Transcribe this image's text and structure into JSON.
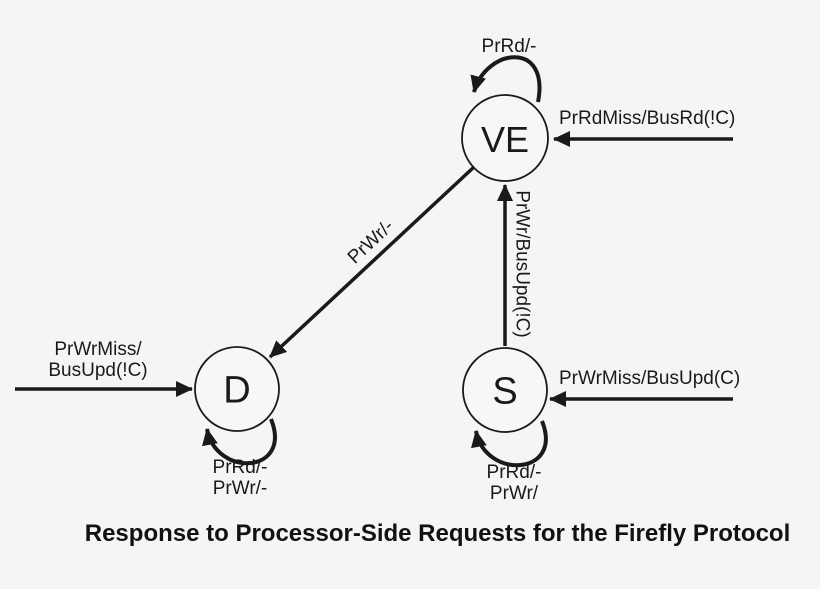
{
  "title": "Response to Processor-Side Requests for the Firefly Protocol",
  "colors": {
    "background": "#f5f5f5",
    "line": "#1a1a1a",
    "text": "#1a1a1a"
  },
  "states": {
    "ve": {
      "label": "VE"
    },
    "d": {
      "label": "D"
    },
    "s": {
      "label": "S"
    }
  },
  "transitions": {
    "ve_self_loop": {
      "from": "VE",
      "to": "VE",
      "label": "PrRd/-"
    },
    "into_ve": {
      "to": "VE",
      "label": "PrRdMiss/BusRd(!C)"
    },
    "ve_to_d": {
      "from": "VE",
      "to": "D",
      "label": "PrWr/-"
    },
    "s_to_ve": {
      "from": "S",
      "to": "VE",
      "label": "PrWr/BusUpd(!C)"
    },
    "into_d": {
      "to": "D",
      "label_line1": "PrWrMiss/",
      "label_line2": "BusUpd(!C)"
    },
    "d_self_loop": {
      "from": "D",
      "to": "D",
      "label_line1": "PrRd/-",
      "label_line2": "PrWr/-"
    },
    "into_s": {
      "to": "S",
      "label": "PrWrMiss/BusUpd(C)"
    },
    "s_self_loop": {
      "from": "S",
      "to": "S",
      "label_line1": "PrRd/-",
      "label_line2": "PrWr/"
    }
  }
}
